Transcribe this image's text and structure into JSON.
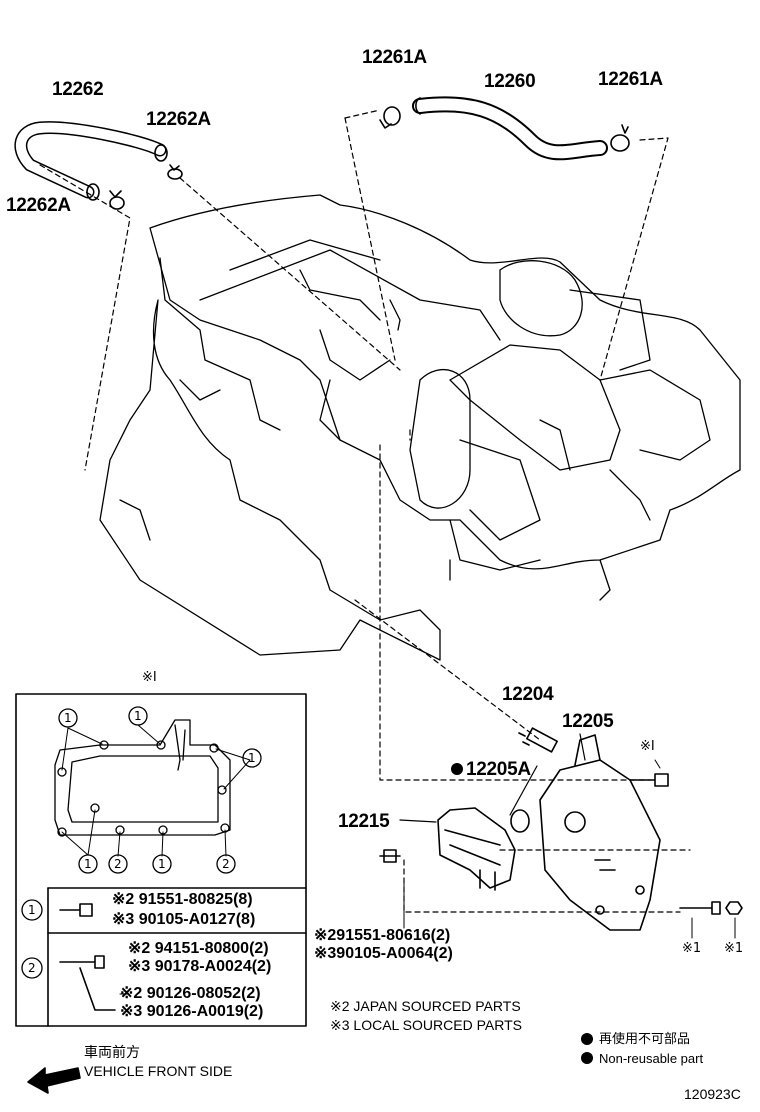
{
  "callouts": {
    "p12262": "12262",
    "p12262A_right": "12262A",
    "p12262A_left": "12262A",
    "p12261A_left": "12261A",
    "p12260": "12260",
    "p12261A_right": "12261A",
    "p12204": "12204",
    "p12205": "12205",
    "p12205A": "12205A",
    "p12215": "12215",
    "mark1_box": "※I",
    "mark1_top": "※I",
    "mark1_bottom_a": "※1",
    "mark1_bottom_b": "※1"
  },
  "gasket_box": {
    "circle_1": "1",
    "circle_2": "2",
    "row1": {
      "key": "1",
      "line_a": "※2 91551-80825(8)",
      "line_b": "※3 90105-A0127(8)"
    },
    "row2": {
      "key": "2",
      "line_a": "※2 94151-80800(2)",
      "line_b": "※3 90178-A0024(2)",
      "line_c": "※2 90126-08052(2)",
      "line_d": "※3 90126-A0019(2)"
    }
  },
  "bolt_lines": {
    "a": "※291551-80616(2)",
    "b": "※390105-A0064(2)"
  },
  "notes": {
    "japan": "※2 JAPAN SOURCED PARTS",
    "local": "※3 LOCAL SOURCED PARTS"
  },
  "legend": {
    "non_reusable_jp": "再使用不可部品",
    "non_reusable_en": "Non-reusable part"
  },
  "front": {
    "jp": "車両前方",
    "en": "VEHICLE FRONT SIDE"
  },
  "figure_id": "120923C"
}
